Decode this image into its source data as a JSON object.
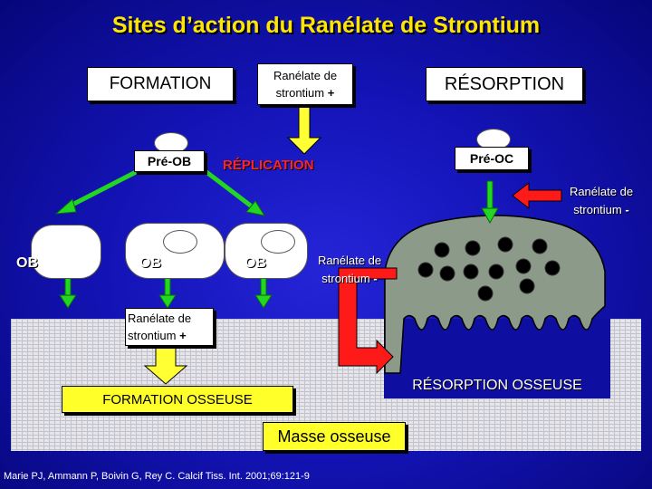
{
  "title": "Sites d’action du Ranélate de Strontium",
  "boxes": {
    "formation": "FORMATION",
    "resorption": "RÉSORPTION",
    "ranelate_top_line1": "Ranélate de",
    "ranelate_top_line2": "strontium",
    "ranelate_top_sign": "+",
    "formation_osseuse": "FORMATION OSSEUSE",
    "resorption_osseuse": "RÉSORPTION OSSEUSE",
    "masse_osseuse": "Masse osseuse"
  },
  "cells": {
    "pre_ob": "Pré-OB",
    "pre_oc": "Pré-OC",
    "replication": "RÉPLICATION",
    "ob_left": "OB",
    "ob_middle": "OB",
    "ob_right": "OB"
  },
  "ranelate_labels": {
    "oc_line1": "Ranélate de",
    "oc_line2": "strontium",
    "oc_sign": "-",
    "mid_line1": "Ranélate de",
    "mid_line2": "strontium",
    "mid_sign": "-",
    "bottom_line1": "Ranélate de",
    "bottom_line2": "strontium",
    "bottom_sign": "+"
  },
  "citation": "Marie PJ, Ammann P, Boivin G, Rey C. Calcif Tiss. Int. 2001;69:121-9",
  "colors": {
    "title": "#ffe600",
    "green_arrow": "#22d622",
    "red_arrow": "#ff1a1a",
    "yellow_arrow": "#ffff33",
    "osteoclast": "#8c9a8a"
  }
}
